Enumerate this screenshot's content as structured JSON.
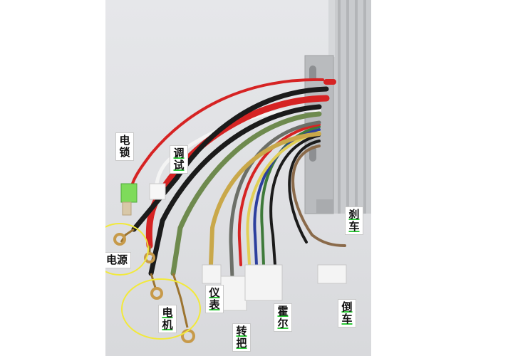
{
  "labels": {
    "lock": [
      "电",
      "锁"
    ],
    "debug": [
      "调",
      "试"
    ],
    "power": "电源",
    "motor": [
      "电",
      "机"
    ],
    "meter": [
      "仪",
      "表"
    ],
    "throttle": [
      "转",
      "把"
    ],
    "hall": [
      "霍",
      "尔"
    ],
    "reverse": [
      "倒",
      "车"
    ],
    "brake": [
      "刹",
      "车"
    ]
  },
  "colors": {
    "wire_red": "#d62323",
    "wire_black": "#1b1b1b",
    "wire_white": "#f4f4f4",
    "wire_green": "#6e8a4e",
    "wire_grey": "#6c6f68",
    "wire_yellow": "#c9a84a",
    "wire_brown": "#8a6a4a",
    "wire_blue": "#2c3f9e",
    "highlight_circle": "#f2e93a",
    "label_underline": "#2fc93a"
  }
}
